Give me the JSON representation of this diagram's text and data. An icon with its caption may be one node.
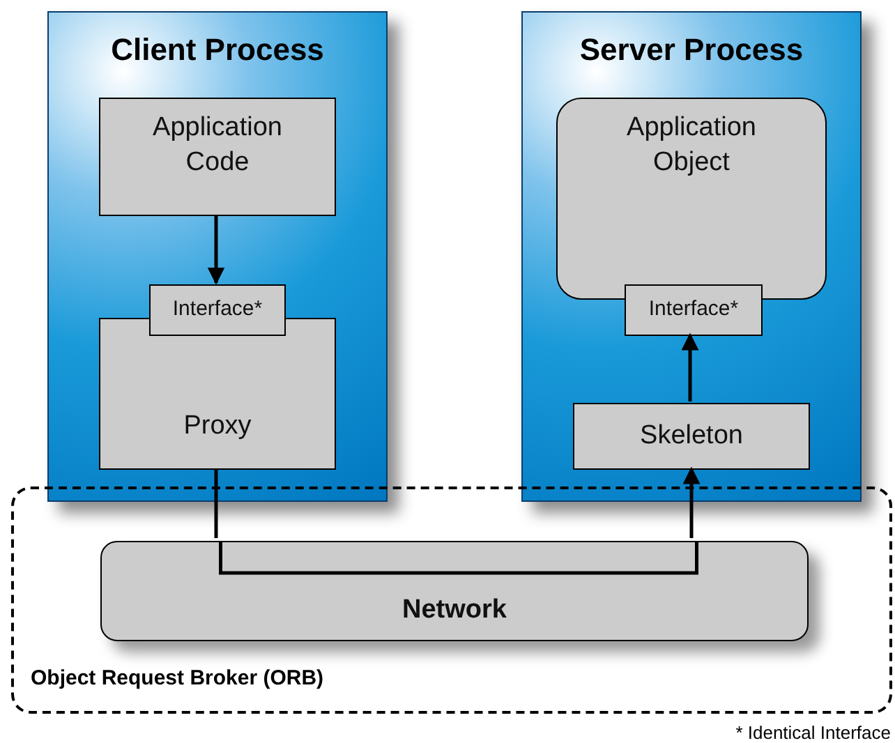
{
  "diagram": {
    "nodes": [
      {
        "text": [
          "Client Process"
        ]
      },
      {
        "text": [
          "Application Code"
        ],
        "in": 0
      },
      {
        "text": [
          "Interface*"
        ],
        "in": 0
      },
      {
        "text": [
          "Proxy"
        ],
        "in": 0
      },
      {
        "text": [
          "Server Process"
        ]
      },
      {
        "text": [
          "Application Object"
        ],
        "in": 4
      },
      {
        "text": [
          "Interface*"
        ],
        "in": 4
      },
      {
        "text": [
          "Skeleton"
        ],
        "in": 4
      },
      {
        "text": [
          "Object Request Broker (ORB)"
        ]
      },
      {
        "text": [
          "Network"
        ],
        "in": 8
      }
    ],
    "edges": [
      {
        "from": 1,
        "to": 2,
        "arrow": "to"
      },
      {
        "from": 7,
        "to": 6,
        "arrow": "to"
      },
      {
        "from": 3,
        "to": 9,
        "arrow": "none"
      },
      {
        "from": 9,
        "to": 7,
        "arrow": "to"
      }
    ],
    "labels": [
      "* Identical Interface"
    ]
  }
}
